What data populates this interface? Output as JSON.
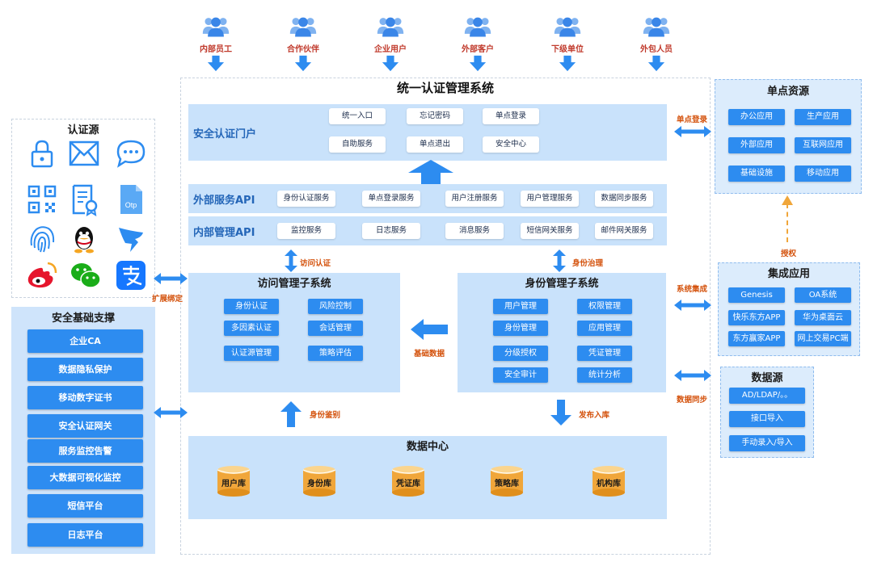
{
  "users": [
    "内部员工",
    "合作伙伴",
    "企业用户",
    "外部客户",
    "下级单位",
    "外包人员"
  ],
  "main_title": "统一认证管理系统",
  "portal": {
    "title": "安全认证门户",
    "buttons": [
      "统一入口",
      "忘记密码",
      "单点登录",
      "自助服务",
      "单点退出",
      "安全中心"
    ]
  },
  "external_api": {
    "title": "外部服务API",
    "items": [
      "身份认证服务",
      "单点登录服务",
      "用户注册服务",
      "用户管理服务",
      "数据同步服务"
    ]
  },
  "internal_api": {
    "title": "内部管理API",
    "items": [
      "监控服务",
      "日志服务",
      "消息服务",
      "短信网关服务",
      "邮件网关服务"
    ]
  },
  "access": {
    "title": "访问管理子系统",
    "items": [
      "身份认证",
      "风险控制",
      "多因素认证",
      "会话管理",
      "认证源管理",
      "策略评估"
    ]
  },
  "identity": {
    "title": "身份管理子系统",
    "items": [
      "用户管理",
      "权限管理",
      "身份管理",
      "应用管理",
      "分级授权",
      "凭证管理",
      "安全审计",
      "统计分析"
    ]
  },
  "data_center": {
    "title": "数据中心",
    "dbs": [
      "用户库",
      "身份库",
      "凭证库",
      "策略库",
      "机构库"
    ]
  },
  "auth_source": {
    "title": "认证源",
    "icons": [
      "lock-icon",
      "mail-icon",
      "chat-icon",
      "qrcode-icon",
      "certificate-icon",
      "otp-icon",
      "fingerprint-icon",
      "qq-icon",
      "dingtalk-icon",
      "weibo-icon",
      "wechat-icon",
      "alipay-icon"
    ],
    "otp_text": "Otp"
  },
  "security_support": {
    "title": "安全基础支撑",
    "items": [
      "企业CA",
      "数据隐私保护",
      "移动数字证书",
      "安全认证网关",
      "服务监控告警",
      "大数据可视化监控",
      "短信平台",
      "日志平台"
    ]
  },
  "sso_resources": {
    "title": "单点资源",
    "items": [
      "办公应用",
      "生产应用",
      "外部应用",
      "互联网应用",
      "基础设施",
      "移动应用"
    ]
  },
  "integration": {
    "title": "集成应用",
    "items": [
      "Genesis",
      "OA系统",
      "快乐东方APP",
      "华为桌面云",
      "东方赢家APP",
      "网上交易PC端"
    ]
  },
  "datasource": {
    "title": "数据源",
    "items": [
      "AD/LDAP/。。",
      "接口导入",
      "手动录入/导入"
    ]
  },
  "labels": {
    "sso_login": "单点登录",
    "authorize": "授权",
    "sys_integration": "系统集成",
    "data_sync": "数据同步",
    "extend_bind": "扩展绑定",
    "access_auth": "访问认证",
    "identity_gov": "身份治理",
    "base_data": "基础数据",
    "identity_check": "身份鉴别",
    "publish_store": "发布入库"
  },
  "colors": {
    "accent": "#2d8cf0",
    "panel": "#c9e2fb",
    "label_orange": "#d4520c",
    "user_red": "#c0392b"
  }
}
